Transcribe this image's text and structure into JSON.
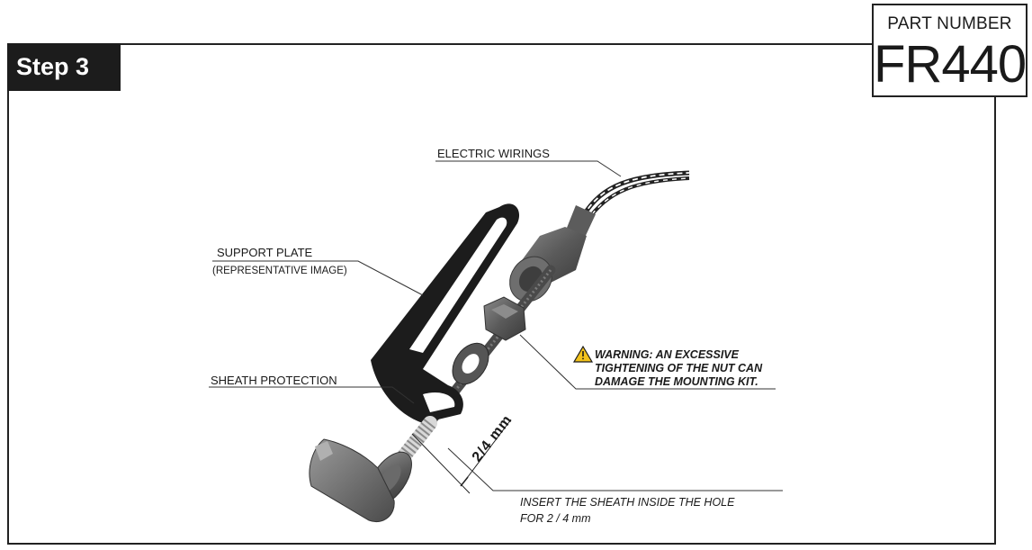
{
  "header": {
    "step_label": "Step 3",
    "part_number_label": "PART NUMBER",
    "part_number_value": "FR440"
  },
  "diagram": {
    "labels": {
      "electric_wirings": "ELECTRIC WIRINGS",
      "support_plate": "SUPPORT PLATE",
      "support_plate_note": "(REPRESENTATIVE IMAGE)",
      "sheath_protection": "SHEATH PROTECTION",
      "dimension": "2/4 mm"
    },
    "warning": {
      "line1": "WARNING: AN EXCESSIVE",
      "line2": "TIGHTENING OF THE NUT CAN",
      "line3": "DAMAGE THE MOUNTING KIT."
    },
    "instruction": {
      "line1": "INSERT THE SHEATH INSIDE THE HOLE",
      "line2": "FOR 2 / 4 mm"
    },
    "icons": [
      "warning-icon"
    ]
  }
}
